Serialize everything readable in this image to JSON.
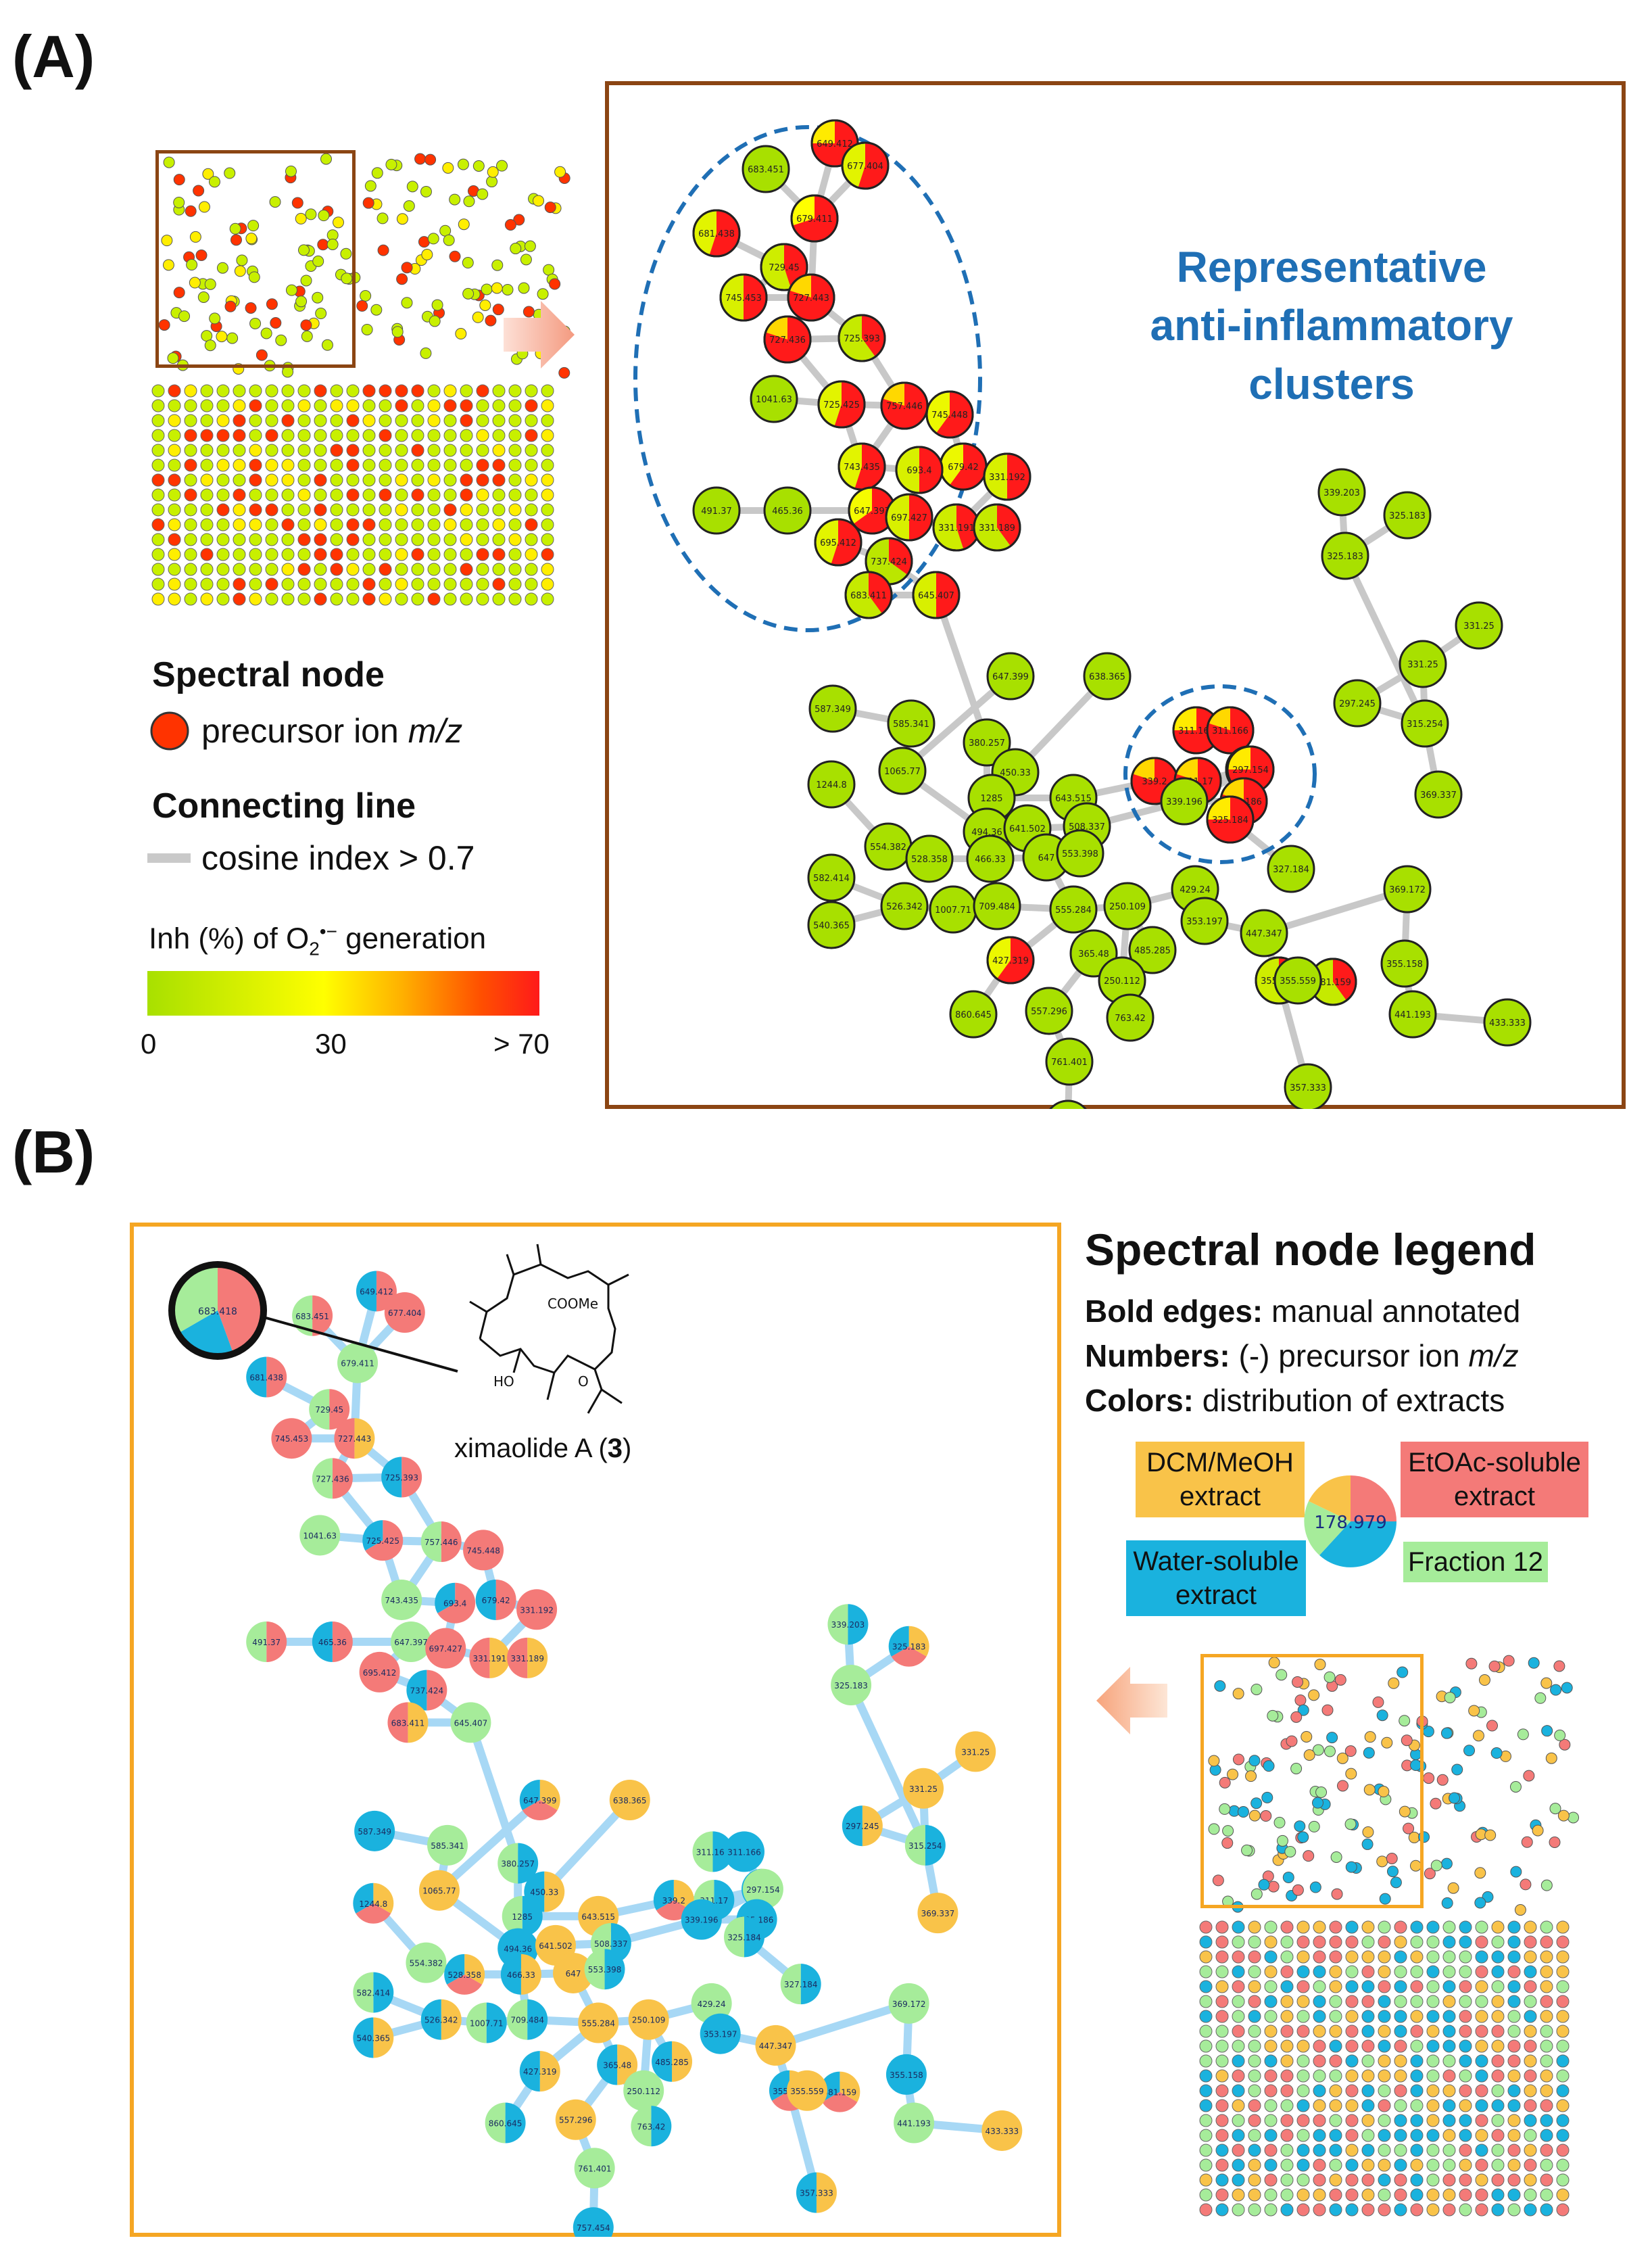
{
  "panel_a": {
    "label": "(A)",
    "cluster_title": [
      "Representative",
      "anti-inflammatory",
      "clusters"
    ],
    "legend": {
      "spectral_node_heading": "Spectral node",
      "precursor_label": "precursor ion",
      "precursor_mz": "m/z",
      "connecting_heading": "Connecting line",
      "cosine_label": "cosine index > 0.7",
      "colorbar_title_prefix": "Inh (%) of O",
      "colorbar_title_sub": "2",
      "colorbar_title_sup": "•−",
      "colorbar_title_suffix": " generation",
      "colorbar_ticks": [
        "0",
        "30",
        "> 70"
      ]
    },
    "colors": {
      "frame": "#8b4513",
      "low": "#a8e000",
      "mid": "#ffff00",
      "high": "#ff2a00",
      "edge": "#c8c8c8"
    }
  },
  "panel_b": {
    "label": "(B)",
    "compound_label": "ximaolide A (",
    "compound_number": "3",
    "compound_close": ")",
    "highlight_node": "683.418",
    "legend": {
      "title": "Spectral node legend",
      "bold_edges_key": "Bold edges:",
      "bold_edges_val": " manual annotated",
      "numbers_key": "Numbers:",
      "numbers_val": " (-) precursor ion ",
      "numbers_mz": "m/z",
      "colors_key": "Colors:",
      "colors_val": " distribution of extracts",
      "example_node": "178.979",
      "extracts": [
        {
          "name": "DCM/MeOH\nextract",
          "color": "#f9c349"
        },
        {
          "name": "EtOAc-soluble\nextract",
          "color": "#f47a78"
        },
        {
          "name": "Water-soluble\nextract",
          "color": "#1ab2de"
        },
        {
          "name": "Fraction 12",
          "color": "#a6ec9a"
        }
      ]
    },
    "colors": {
      "frame": "#f5a623",
      "edge": "#9fd3f2"
    }
  },
  "upper_nodes": [
    "649.412",
    "683.451",
    "677.404",
    "679.411",
    "681.438",
    "729.45",
    "745.453",
    "727.443",
    "727.436",
    "725.393",
    "1041.63",
    "725.425",
    "757.446",
    "745.448",
    "679.42",
    "743.435",
    "693.4",
    "331.192",
    "491.37",
    "465.36",
    "647.397",
    "697.427",
    "331.191",
    "331.189",
    "695.412",
    "737.424",
    "683.411",
    "645.407"
  ],
  "lower_nodes": [
    "339.203",
    "325.183",
    "325.183",
    "331.25",
    "331.25",
    "297.245",
    "315.254",
    "369.337",
    "647.399",
    "638.365",
    "587.349",
    "585.341",
    "380.257",
    "311.169",
    "311.166",
    "297.154",
    "1065.77",
    "450.33",
    "1285",
    "643.515",
    "339.2",
    "311.17",
    "297.154",
    "1244.8",
    "494.36",
    "641.502",
    "508.337",
    "339.196",
    "325.186",
    "325.184",
    "554.382",
    "528.358",
    "466.33",
    "647",
    "553.398",
    "327.184",
    "582.414",
    "526.342",
    "1007.71",
    "709.484",
    "555.284",
    "250.109",
    "429.24",
    "353.197",
    "447.347",
    "369.172",
    "540.365",
    "427.319",
    "365.48",
    "485.285",
    "250.112",
    "355.324",
    "381.159",
    "355.158",
    "355.559",
    "860.645",
    "557.296",
    "763.42",
    "761.401",
    "441.193",
    "433.333",
    "357.333",
    "757.454"
  ]
}
